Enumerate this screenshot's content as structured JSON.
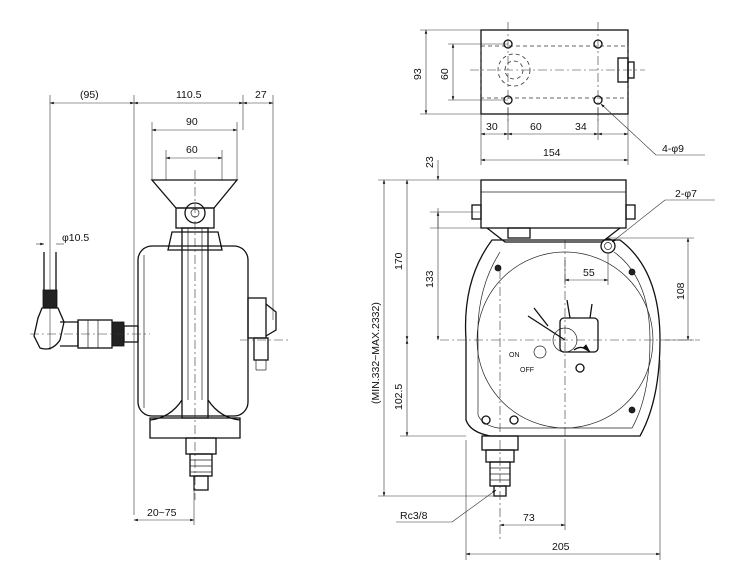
{
  "side_view": {
    "dims": {
      "d95": "(95)",
      "d110_5": "110.5",
      "d27": "27",
      "d90": "90",
      "d60": "60",
      "phi10_5": "φ10.5",
      "d20_75": "20~75"
    }
  },
  "top_view": {
    "dims": {
      "d93": "93",
      "d60v": "60",
      "d30": "30",
      "d60h": "60",
      "d34": "34",
      "d154": "154",
      "holes": "4-φ9"
    }
  },
  "front_view": {
    "dims": {
      "d23": "23",
      "d170": "170",
      "d133": "133",
      "d102_5": "102.5",
      "range": "(MIN.332~MAX.2332)",
      "d55": "55",
      "d108": "108",
      "d2phi": "2-φ7",
      "d73": "73",
      "d205": "205",
      "thread": "Rc3/8"
    },
    "switch_on": "ON",
    "switch_off": "OFF"
  }
}
